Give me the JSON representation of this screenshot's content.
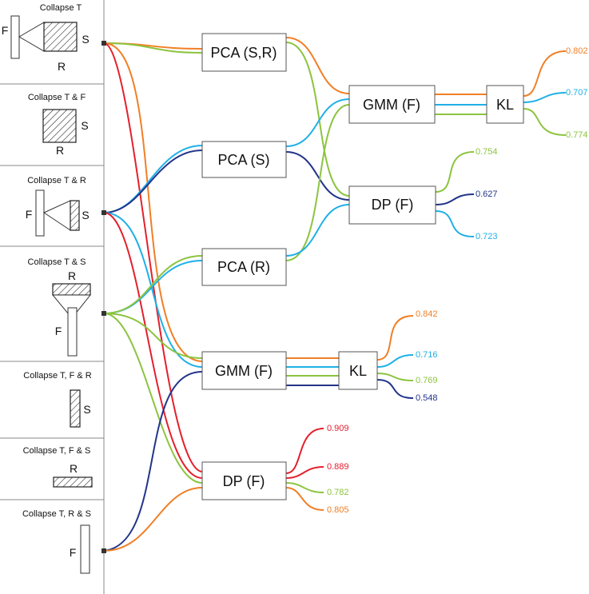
{
  "colors": {
    "orange": "#f07f27",
    "green": "#8cc43f",
    "red": "#e4202d",
    "cyan": "#1fb0e6",
    "navy": "#22348a"
  },
  "panels": [
    {
      "title": "Collapse T",
      "labels": {
        "f": "F",
        "s": "S",
        "r": "R"
      }
    },
    {
      "title": "Collapse T & F",
      "labels": {
        "s": "S",
        "r": "R"
      }
    },
    {
      "title": "Collapse T & R",
      "labels": {
        "f": "F",
        "s": "S"
      }
    },
    {
      "title": "Collapse T & S",
      "labels": {
        "r": "R",
        "f": "F"
      }
    },
    {
      "title": "Collapse T, F & R",
      "labels": {
        "s": "S"
      }
    },
    {
      "title": "Collapse T, F & S",
      "labels": {
        "r": "R"
      }
    },
    {
      "title": "Collapse T, R & S",
      "labels": {
        "f": "F"
      }
    }
  ],
  "boxes": {
    "pca_sr": "PCA (S,R)",
    "pca_s": "PCA (S)",
    "pca_r": "PCA (R)",
    "gmm_f1": "GMM (F)",
    "kl1": "KL",
    "gmm_f2": "GMM (F)",
    "kl2": "KL",
    "dp_f1": "DP (F)",
    "dp_f2": "DP (F)"
  },
  "scores": {
    "kl1": [
      {
        "value": "0.802",
        "color": "#f07f27"
      },
      {
        "value": "0.707",
        "color": "#1fb0e6"
      },
      {
        "value": "0.774",
        "color": "#8cc43f"
      }
    ],
    "dp_f1": [
      {
        "value": "0.754",
        "color": "#8cc43f"
      },
      {
        "value": "0.627",
        "color": "#22348a"
      },
      {
        "value": "0.723",
        "color": "#1fb0e6"
      }
    ],
    "kl2": [
      {
        "value": "0.842",
        "color": "#f07f27"
      },
      {
        "value": "0.716",
        "color": "#1fb0e6"
      },
      {
        "value": "0.769",
        "color": "#8cc43f"
      },
      {
        "value": "0.548",
        "color": "#22348a"
      }
    ],
    "dp_f2": [
      {
        "value": "0.909",
        "color": "#e4202d"
      },
      {
        "value": "0.889",
        "color": "#e4202d"
      },
      {
        "value": "0.782",
        "color": "#8cc43f"
      },
      {
        "value": "0.805",
        "color": "#f07f27"
      }
    ]
  }
}
